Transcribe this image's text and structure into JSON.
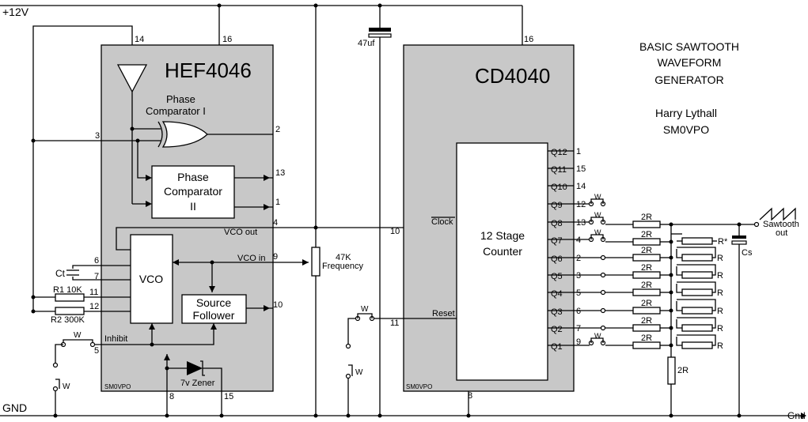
{
  "rails": {
    "vcc": "+12V",
    "gnd_left": "GND",
    "gnd_right": "Gnd"
  },
  "hef": {
    "name": "HEF4046",
    "pin14": "14",
    "pin16": "16",
    "pin3": "3",
    "pin2": "2",
    "pin13": "13",
    "pin1": "1",
    "pin4": "4",
    "pin9": "9",
    "pin6": "6",
    "pin7": "7",
    "pin11": "11",
    "pin12": "12",
    "pin10": "10",
    "pin5": "5",
    "pin8": "8",
    "pin15": "15",
    "pc1_line1": "Phase",
    "pc1_line2": "Comparator I",
    "pc2_line1": "Phase",
    "pc2_line2": "Comparator",
    "pc2_line3": "II",
    "vco": "VCO",
    "sf_line1": "Source",
    "sf_line2": "Follower",
    "vco_out": "VCO out",
    "vco_in": "VCO in",
    "inhibit": "Inhibit",
    "zener": "7v Zener",
    "signature": "SM0VPO"
  },
  "cd": {
    "name": "CD4040",
    "pin16": "16",
    "pin10": "10",
    "pin11": "11",
    "pin8": "8",
    "clock": "Clock",
    "reset": "Reset",
    "counter_line1": "12 Stage",
    "counter_line2": "Counter",
    "outputs": [
      {
        "q": "Q12",
        "pin": "1"
      },
      {
        "q": "Q11",
        "pin": "15"
      },
      {
        "q": "Q10",
        "pin": "14"
      },
      {
        "q": "Q9",
        "pin": "12"
      },
      {
        "q": "Q8",
        "pin": "13"
      },
      {
        "q": "Q7",
        "pin": "4"
      },
      {
        "q": "Q6",
        "pin": "2"
      },
      {
        "q": "Q5",
        "pin": "3"
      },
      {
        "q": "Q4",
        "pin": "5"
      },
      {
        "q": "Q3",
        "pin": "6"
      },
      {
        "q": "Q2",
        "pin": "7"
      },
      {
        "q": "Q1",
        "pin": "9"
      }
    ],
    "signature": "SM0VPO"
  },
  "components": {
    "cap47": "47uf",
    "ct": "Ct",
    "r1": "R1 10K",
    "r2": "R2 300K",
    "pot_value": "47K",
    "pot_label": "Frequency",
    "cs": "Cs",
    "r_ladder": "2R",
    "r_leg": "R",
    "r_star": "R*",
    "r_bottom": "2R",
    "link": "W",
    "saw_line1": "Sawtooth",
    "saw_line2": "out"
  },
  "title": {
    "line1": "BASIC SAWTOOTH",
    "line2": "WAVEFORM",
    "line3": "GENERATOR",
    "author1": "Harry Lythall",
    "author2": "SM0VPO"
  }
}
